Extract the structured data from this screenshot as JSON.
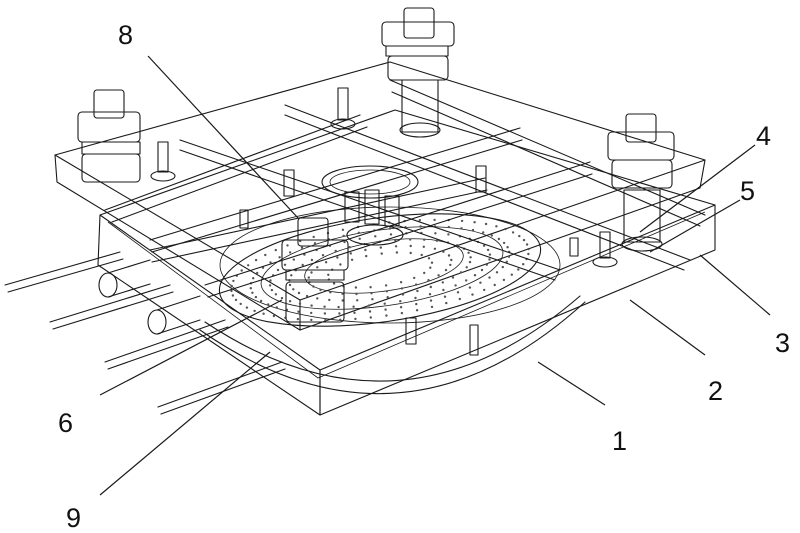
{
  "figure": {
    "line_color": "#1a1a1a",
    "background": "#ffffff",
    "callouts": [
      {
        "id": "c1",
        "label": "1"
      },
      {
        "id": "c2",
        "label": "2"
      },
      {
        "id": "c3",
        "label": "3"
      },
      {
        "id": "c4",
        "label": "4"
      },
      {
        "id": "c5",
        "label": "5"
      },
      {
        "id": "c6",
        "label": "6"
      },
      {
        "id": "c8",
        "label": "8"
      },
      {
        "id": "c9",
        "label": "9"
      }
    ]
  }
}
